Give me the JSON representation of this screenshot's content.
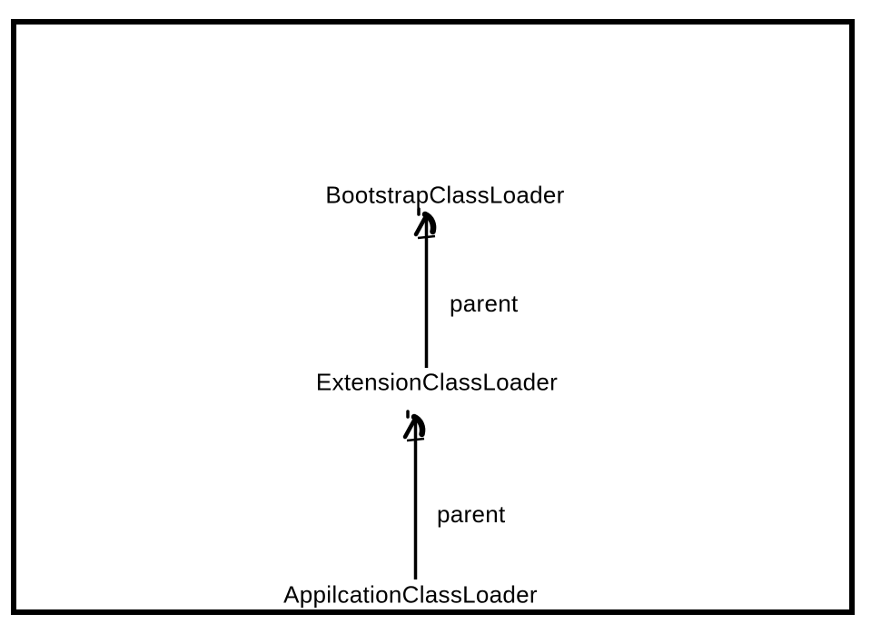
{
  "diagram": {
    "nodes": [
      {
        "id": "bootstrap",
        "label": "BootstrapClassLoader"
      },
      {
        "id": "extension",
        "label": "ExtensionClassLoader"
      },
      {
        "id": "application",
        "label": "AppilcationClassLoader"
      }
    ],
    "edges": [
      {
        "from": "extension",
        "to": "bootstrap",
        "label": "parent"
      },
      {
        "from": "application",
        "to": "extension",
        "label": "parent"
      }
    ],
    "colors": {
      "foreground": "#000000",
      "background": "#ffffff",
      "border": "#000000"
    }
  }
}
